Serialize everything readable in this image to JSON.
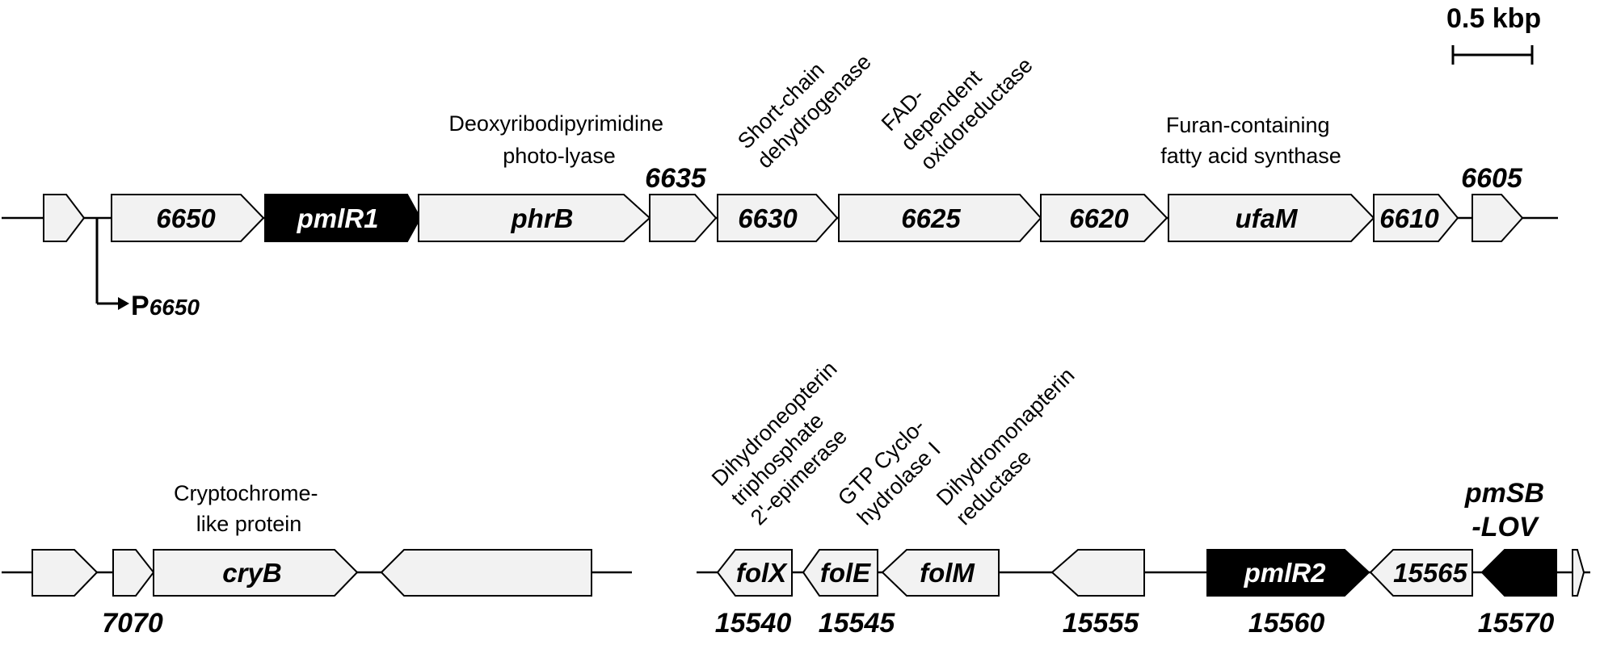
{
  "scale_bar": {
    "label": "0.5 kbp"
  },
  "promoter": {
    "prefix": "P",
    "subscript": "6650"
  },
  "row1": {
    "genes": {
      "g6650": "6650",
      "pmlR1": "pmlR1",
      "phrB": "phrB",
      "g6630": "6630",
      "g6625": "6625",
      "g6620": "6620",
      "ufaM": "ufaM",
      "g6610": "6610"
    },
    "numbers": {
      "n6635": "6635",
      "n6605": "6605"
    },
    "descriptions": {
      "phrB": [
        "Deoxyribodipyrimidine",
        "photo-lyase"
      ],
      "g6630": [
        "Short-chain",
        "dehydrogenase"
      ],
      "g6625": [
        "FAD-",
        "dependent",
        "oxidoreductase"
      ],
      "ufaM": [
        "Furan-containing",
        "fatty acid synthase"
      ]
    }
  },
  "row2": {
    "genes": {
      "cryB": "cryB",
      "folX": "folX",
      "folE": "folE",
      "folM": "folM",
      "pmlR2": "pmlR2",
      "g15565": "15565"
    },
    "numbers": {
      "n7070": "7070",
      "n15540": "15540",
      "n15545": "15545",
      "n15555": "15555",
      "n15560": "15560",
      "n15570": "15570"
    },
    "pmsb_label": [
      "pmSB",
      "-LOV"
    ],
    "descriptions": {
      "cryB": [
        "Cryptochrome-",
        "like protein"
      ],
      "folX": [
        "Dihydroneopterin",
        "triphosphate",
        "2'-epimerase"
      ],
      "folE": [
        "GTP Cyclo-",
        "hydrolase I"
      ],
      "folM": [
        "Dihydromonapterin",
        "reductase"
      ]
    }
  }
}
